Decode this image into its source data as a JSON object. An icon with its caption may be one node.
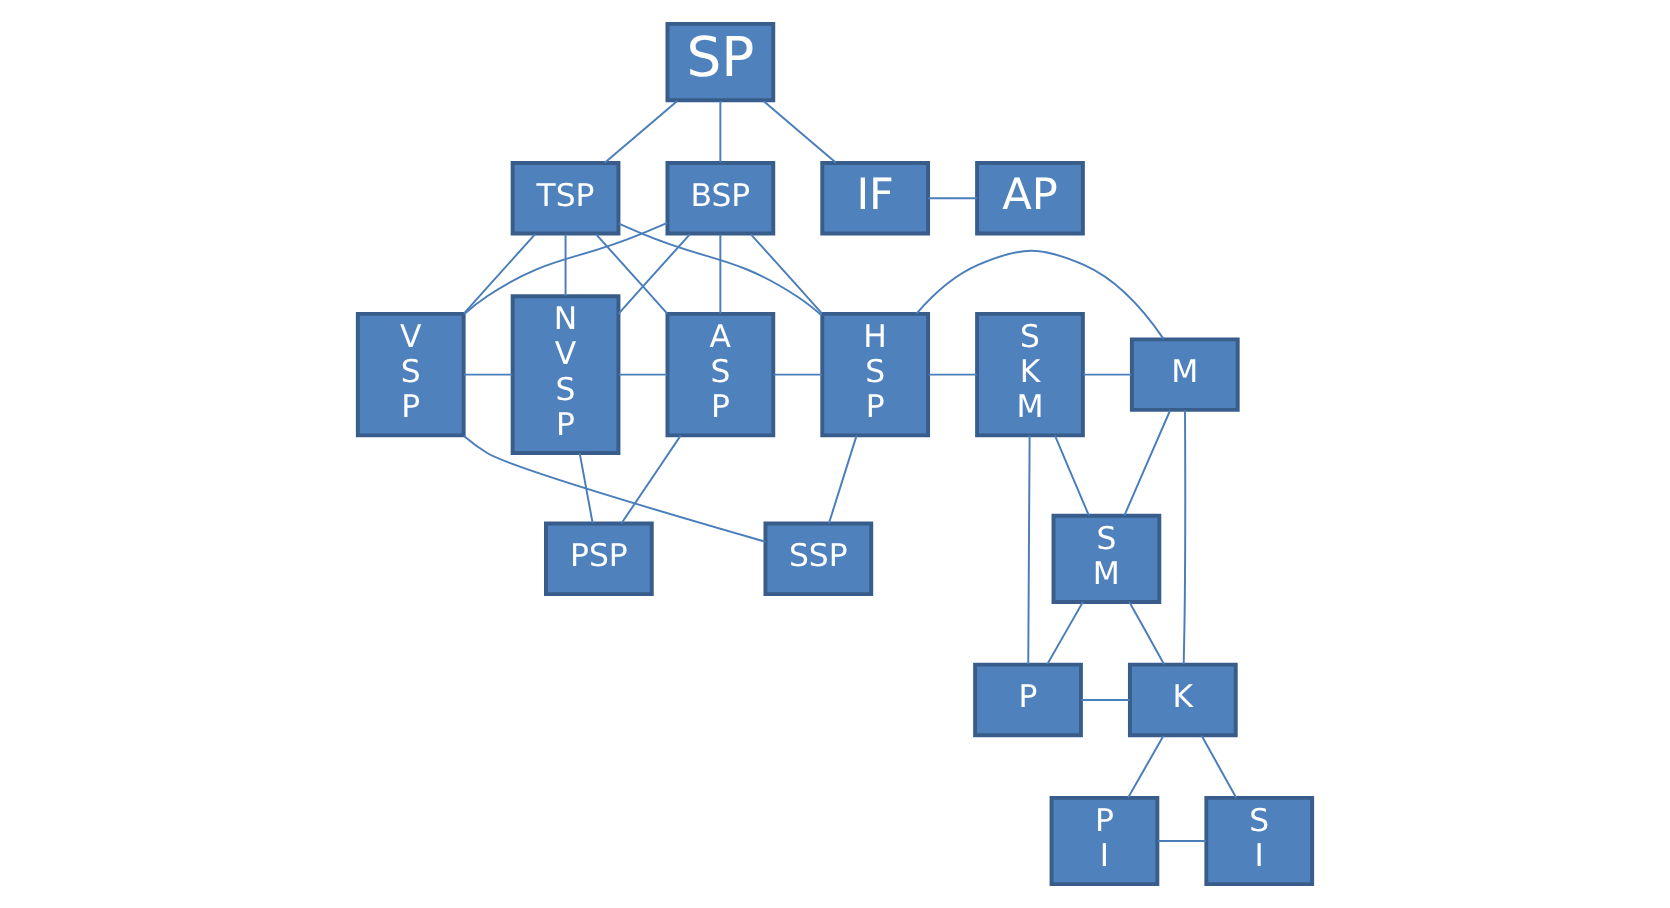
{
  "diagram": {
    "nodes": [
      {
        "text": [
          "SP"
        ]
      },
      {
        "text": [
          "TSP"
        ]
      },
      {
        "text": [
          "BSP"
        ]
      },
      {
        "text": [
          "V S P"
        ]
      },
      {
        "text": [
          "N V S P"
        ]
      },
      {
        "text": [
          "A S P"
        ]
      },
      {
        "text": [
          "H S P"
        ]
      },
      {
        "text": [
          "PSP"
        ]
      },
      {
        "text": [
          "SSP"
        ]
      },
      {
        "text": [
          "S K M"
        ]
      },
      {
        "text": [
          "S M"
        ]
      },
      {
        "text": [
          "P"
        ]
      },
      {
        "text": [
          "M"
        ]
      },
      {
        "text": [
          "K"
        ]
      },
      {
        "text": [
          "P I"
        ]
      },
      {
        "text": [
          "S I"
        ]
      },
      {
        "text": [
          "IF"
        ]
      },
      {
        "text": [
          "AP"
        ]
      }
    ],
    "edges": [
      {
        "from": 0,
        "to": 1,
        "arrow": "none"
      },
      {
        "from": 0,
        "to": 2,
        "arrow": "none"
      },
      {
        "from": 1,
        "to": 3,
        "arrow": "none"
      },
      {
        "from": 1,
        "to": 4,
        "arrow": "none"
      },
      {
        "from": 1,
        "to": 5,
        "arrow": "none"
      },
      {
        "from": 1,
        "to": 6,
        "arrow": "none"
      },
      {
        "from": 2,
        "to": 3,
        "arrow": "none"
      },
      {
        "from": 2,
        "to": 4,
        "arrow": "none"
      },
      {
        "from": 2,
        "to": 5,
        "arrow": "none"
      },
      {
        "from": 2,
        "to": 6,
        "arrow": "none"
      },
      {
        "from": 3,
        "to": 4,
        "arrow": "none"
      },
      {
        "from": 4,
        "to": 5,
        "arrow": "none"
      },
      {
        "from": 5,
        "to": 6,
        "arrow": "none"
      },
      {
        "from": 4,
        "to": 7,
        "arrow": "none"
      },
      {
        "from": 5,
        "to": 7,
        "arrow": "none"
      },
      {
        "from": 3,
        "to": 8,
        "arrow": "none"
      },
      {
        "from": 6,
        "to": 8,
        "arrow": "none"
      },
      {
        "from": 6,
        "to": 9,
        "arrow": "none"
      },
      {
        "from": 6,
        "to": 12,
        "arrow": "none"
      },
      {
        "from": 9,
        "to": 12,
        "arrow": "none"
      },
      {
        "from": 9,
        "to": 10,
        "arrow": "none"
      },
      {
        "from": 9,
        "to": 11,
        "arrow": "none"
      },
      {
        "from": 10,
        "to": 11,
        "arrow": "none"
      },
      {
        "from": 10,
        "to": 12,
        "arrow": "none"
      },
      {
        "from": 10,
        "to": 13,
        "arrow": "none"
      },
      {
        "from": 12,
        "to": 13,
        "arrow": "none"
      },
      {
        "from": 11,
        "to": 13,
        "arrow": "none"
      },
      {
        "from": 13,
        "to": 14,
        "arrow": "none"
      },
      {
        "from": 13,
        "to": 15,
        "arrow": "none"
      },
      {
        "from": 14,
        "to": 15,
        "arrow": "none"
      },
      {
        "from": 0,
        "to": 16,
        "arrow": "none"
      },
      {
        "from": 16,
        "to": 17,
        "arrow": "none"
      }
    ]
  }
}
